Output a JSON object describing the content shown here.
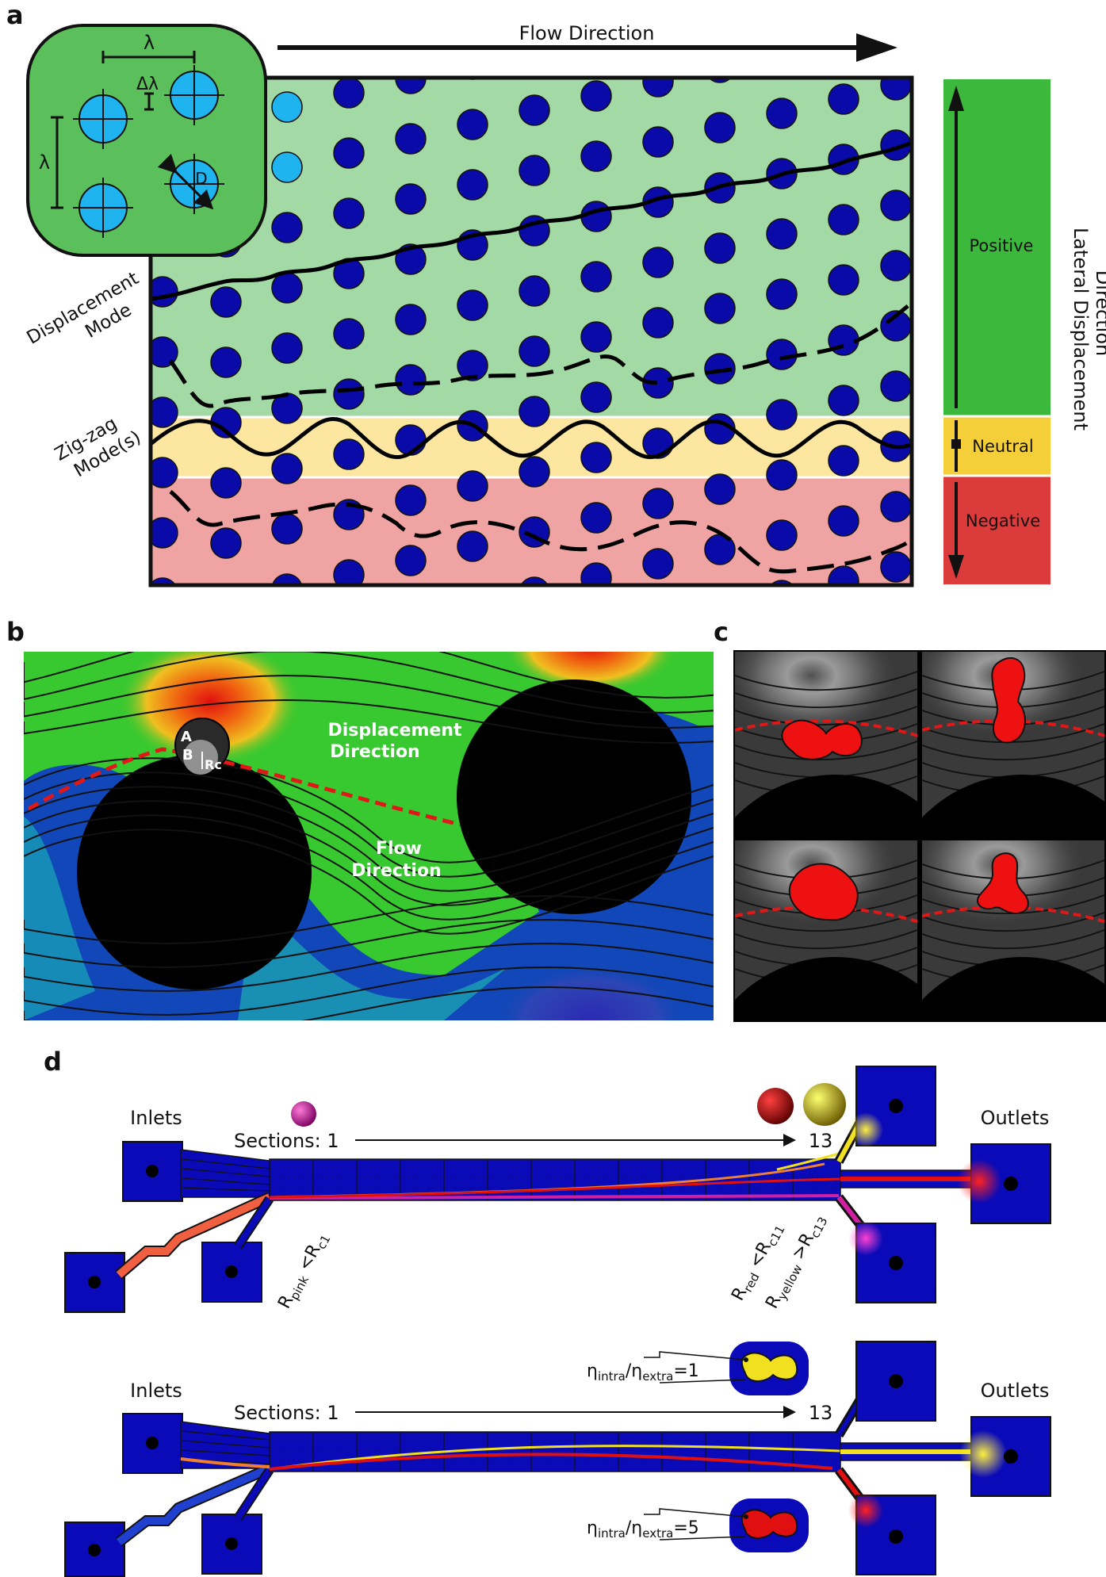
{
  "panels": {
    "a": {
      "letter": "a",
      "flow_label": "Flow Direction",
      "inset": {
        "lambda_top": "λ",
        "delta_lambda": "Δλ",
        "lambda_left": "λ",
        "diameter": "D"
      },
      "left_labels": {
        "displacement_line1": "Displacement",
        "displacement_line2": "Mode",
        "zigzag_line1": "Zig-zag",
        "zigzag_line2": "Mode(s)"
      },
      "legend": {
        "positive": "Positive",
        "neutral": "Neutral",
        "negative": "Negative",
        "axis_line1": "Lateral Displacement",
        "axis_line2": "Direction"
      },
      "colors": {
        "positive_zone": "#a3d9a5",
        "neutral_zone": "#fde7a0",
        "negative_zone": "#f0a3a3",
        "positive_bar": "#3cb83c",
        "neutral_bar": "#f5cf3a",
        "negative_bar": "#dc3b3b",
        "post": "#0a0aa8",
        "inset_post": "#1fb3f0"
      }
    },
    "b": {
      "letter": "b",
      "label_A": "A",
      "label_B": "B",
      "label_Rc": "Rc",
      "displacement_line1": "Displacement",
      "displacement_line2": "Direction",
      "flow_line1": "Flow",
      "flow_line2": "Direction"
    },
    "c": {
      "letter": "c"
    },
    "d": {
      "letter": "d",
      "top": {
        "inlets": "Inlets",
        "outlets": "Outlets",
        "sections_label": "Sections: 1",
        "sections_end": "13",
        "r_pink": "R",
        "r_pink_sub": "pink",
        "r_pink_rel": " <R",
        "r_pink_c": "c1",
        "r_red": "R",
        "r_red_sub": "red",
        "r_red_rel": " <R",
        "r_red_c": "c11",
        "r_yellow": "R",
        "r_yellow_sub": "yellow",
        "r_yellow_rel": " >R",
        "r_yellow_c": "c13"
      },
      "bottom": {
        "inlets": "Inlets",
        "outlets": "Outlets",
        "sections_label": "Sections: 1",
        "sections_end": "13",
        "visc1": {
          "eta": "η",
          "intra": "intra",
          "slash": "/η",
          "extra": "extra",
          "value": "=1"
        },
        "visc2": {
          "eta": "η",
          "intra": "intra",
          "slash": "/η",
          "extra": "extra",
          "value": "=5"
        }
      },
      "colors": {
        "channel": "#0a0ab8",
        "pink": "#d020a0",
        "red": "#e01010",
        "yellow": "#f0e020",
        "orange": "#f08030"
      }
    }
  }
}
